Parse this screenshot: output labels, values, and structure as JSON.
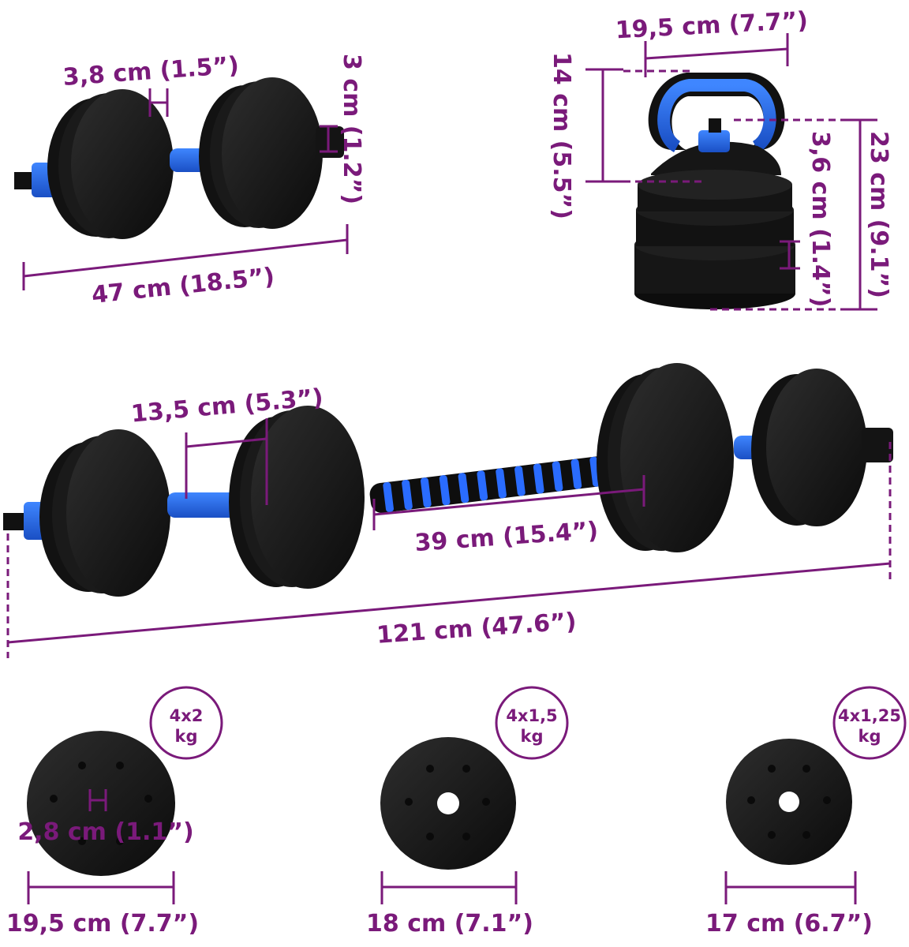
{
  "colors": {
    "dimension": "#7a1a7a",
    "plate": "#141414",
    "accent_blue": "#1d5fe0"
  },
  "dumbbell": {
    "length": "47 cm (18.5”)",
    "plate_thickness": "3,8 cm (1.5”)",
    "collar_width": "3 cm (1.2”)"
  },
  "kettlebell": {
    "width": "19,5 cm (7.7”)",
    "handle_height": "14 cm (5.5”)",
    "total_height": "23 cm (9.1”)",
    "plate_thickness": "3,6 cm (1.4”)"
  },
  "barbell": {
    "sleeve_length": "13,5 cm (5.3”)",
    "grip_length": "39 cm (15.4”)",
    "total_length": "121 cm (47.6”)"
  },
  "plates": [
    {
      "count_weight_1": "4x2",
      "count_weight_2": "kg",
      "diameter": "19,5 cm (7.7”)",
      "thickness": "2,8 cm (1.1”)"
    },
    {
      "count_weight_1": "4x1,5",
      "count_weight_2": "kg",
      "diameter": "18 cm (7.1”)"
    },
    {
      "count_weight_1": "4x1,25",
      "count_weight_2": "kg",
      "diameter": "17 cm (6.7”)"
    }
  ]
}
